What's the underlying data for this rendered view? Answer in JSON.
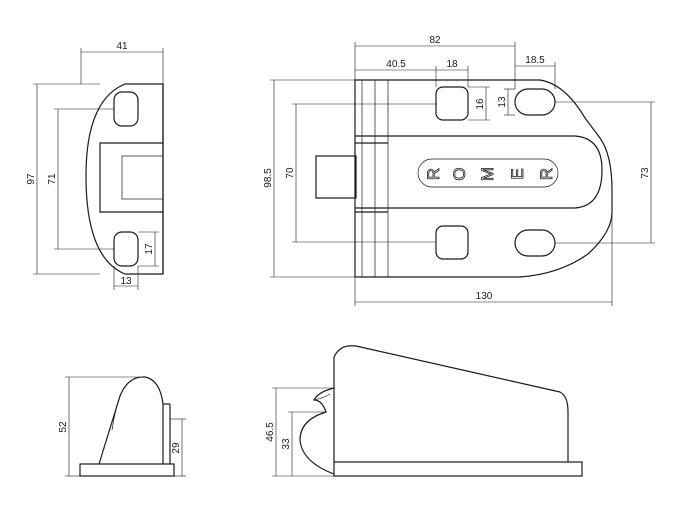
{
  "drawing": {
    "side_view": {
      "width": "41",
      "height": "97",
      "hole_spacing": "71",
      "hole_height": "17",
      "hole_width": "13"
    },
    "front_view": {
      "overall_width": "82",
      "offset_a": "40.5",
      "slot_a": "18",
      "slot_b": "18.5",
      "slot_a_height": "16",
      "slot_b_height": "13",
      "height": "98.5",
      "hole_spacing_left": "70",
      "hole_spacing_right": "73",
      "length": "130",
      "logo_letters": [
        "R",
        "O",
        "M",
        "E",
        "R"
      ]
    },
    "end_view": {
      "height": "52",
      "lip_height": "29"
    },
    "profile_view": {
      "height": "46.5",
      "inner_height": "33"
    }
  },
  "colors": {
    "line": "#1a1a1a",
    "background": "#ffffff"
  }
}
